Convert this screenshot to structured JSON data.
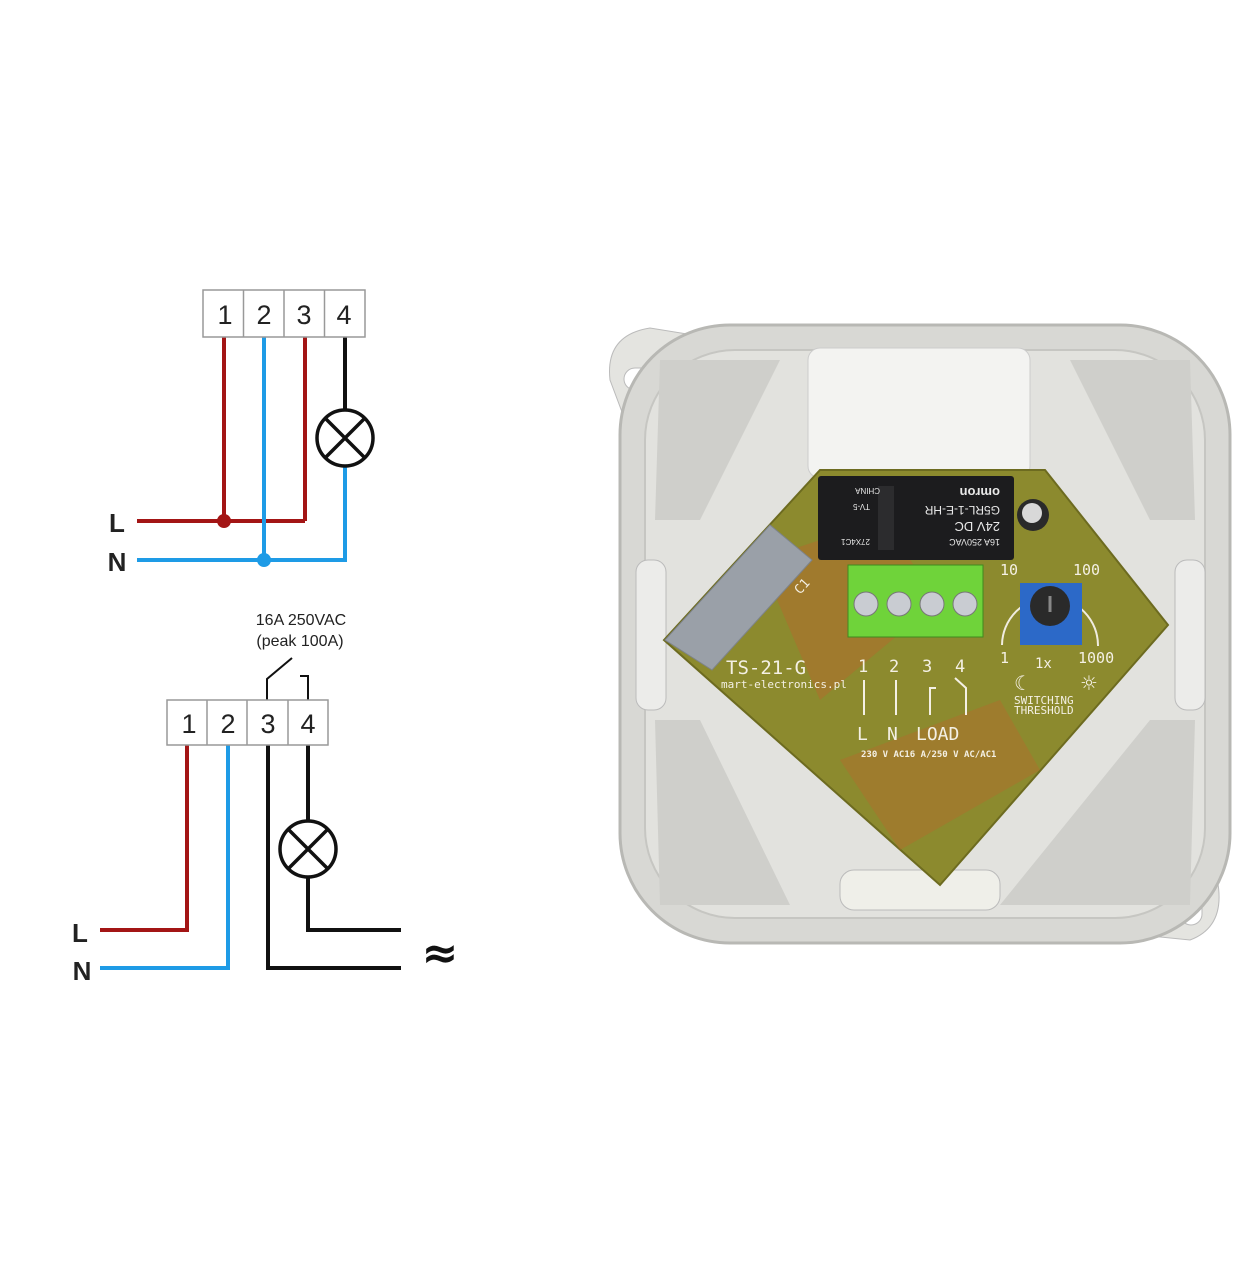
{
  "colors": {
    "live": "#a31515",
    "neutral": "#1e9be6",
    "load": "#111111",
    "pcb": "#8c8a2e",
    "terminal": "#6fd33a",
    "enclosure": "#dcdcd8"
  },
  "diagram_top": {
    "terminals": [
      "1",
      "2",
      "3",
      "4"
    ],
    "line_label": "L",
    "neutral_label": "N",
    "load_icon": "lamp-icon"
  },
  "diagram_bottom": {
    "terminals": [
      "1",
      "2",
      "3",
      "4"
    ],
    "contact_rating": "16A 250VAC",
    "contact_peak": "(peak 100A)",
    "line_label": "L",
    "neutral_label": "N",
    "ac_symbol": "≈",
    "load_icon": "lamp-icon"
  },
  "device": {
    "model": "TS-21-G",
    "website": "mart-electronics.pl",
    "terminal_numbers": [
      "1",
      "2",
      "3",
      "4"
    ],
    "terminal_labels": [
      "L",
      "N",
      "LOAD"
    ],
    "rating": "230 V AC16 A/250 V AC/AC1",
    "capacitor_label": "C1",
    "relay": {
      "brand": "omron",
      "model": "G5RL-1-E-HR",
      "coil": "24V DC",
      "rating": "16A 250VAC",
      "origin": "CHINA",
      "code": "27X4C1",
      "cert": "TV-5"
    },
    "dial_labels": [
      "10",
      "100",
      "1",
      "1x",
      "1000"
    ],
    "threshold_label_1": "SWITCHING",
    "threshold_label_2": "THRESHOLD",
    "dark_icon": "moon-icon",
    "bright_icon": "sun-icon"
  }
}
